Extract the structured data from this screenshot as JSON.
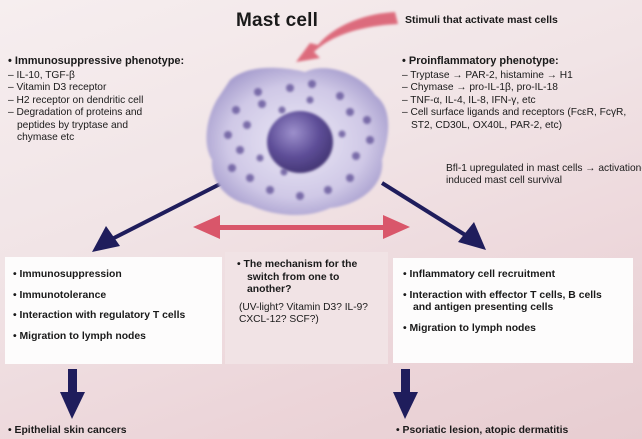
{
  "title": "Mast cell",
  "stimuli_label": "Stimuli that activate mast cells",
  "left_phenotype": {
    "title": "• Immunosuppressive phenotype:",
    "items": [
      "– IL-10, TGF-β",
      "– Vitamin D3 receptor",
      "– H2 receptor on dendritic cell",
      "– Degradation of proteins and peptides by tryptase and chymase etc"
    ]
  },
  "right_phenotype": {
    "title": "• Proinflammatory phenotype:",
    "items": [
      "– Tryptase → PAR-2, histamine → H1",
      "– Chymase → pro-IL-1β, pro-IL-18",
      "– TNF-α, IL-4, IL-8, IFN-γ, etc",
      "– Cell surface ligands and receptors (FcεR, FcγR, ST2, CD30L, OX40L, PAR-2, etc)"
    ]
  },
  "bfl_note": "Bfl-1 upregulated in mast cells → activation-induced mast cell survival",
  "left_box": {
    "items": [
      "• Immunosuppression",
      "• Immunotolerance",
      "• Interaction with regulatory T cells",
      "• Migration to lymph nodes"
    ]
  },
  "middle_box": {
    "question": "• The mechanism for the switch from one to another?",
    "candidates": "(UV-light? Vitamin D3? IL-9? CXCL-12? SCF?)"
  },
  "right_box": {
    "items": [
      "• Inflammatory cell recruitment",
      "• Interaction with effector T cells, B cells and antigen presenting cells",
      "• Migration to lymph nodes"
    ]
  },
  "outcomes": {
    "left": "• Epithelial skin cancers",
    "right": "• Psoriatic lesion, atopic dermatitis"
  },
  "colors": {
    "arrow_navy": "#1f1d5c",
    "arrow_red": "#d9566a",
    "cell_body": "#c9c3e3",
    "cell_granule": "#6a5b9e",
    "nucleus": "#5b4a93"
  }
}
